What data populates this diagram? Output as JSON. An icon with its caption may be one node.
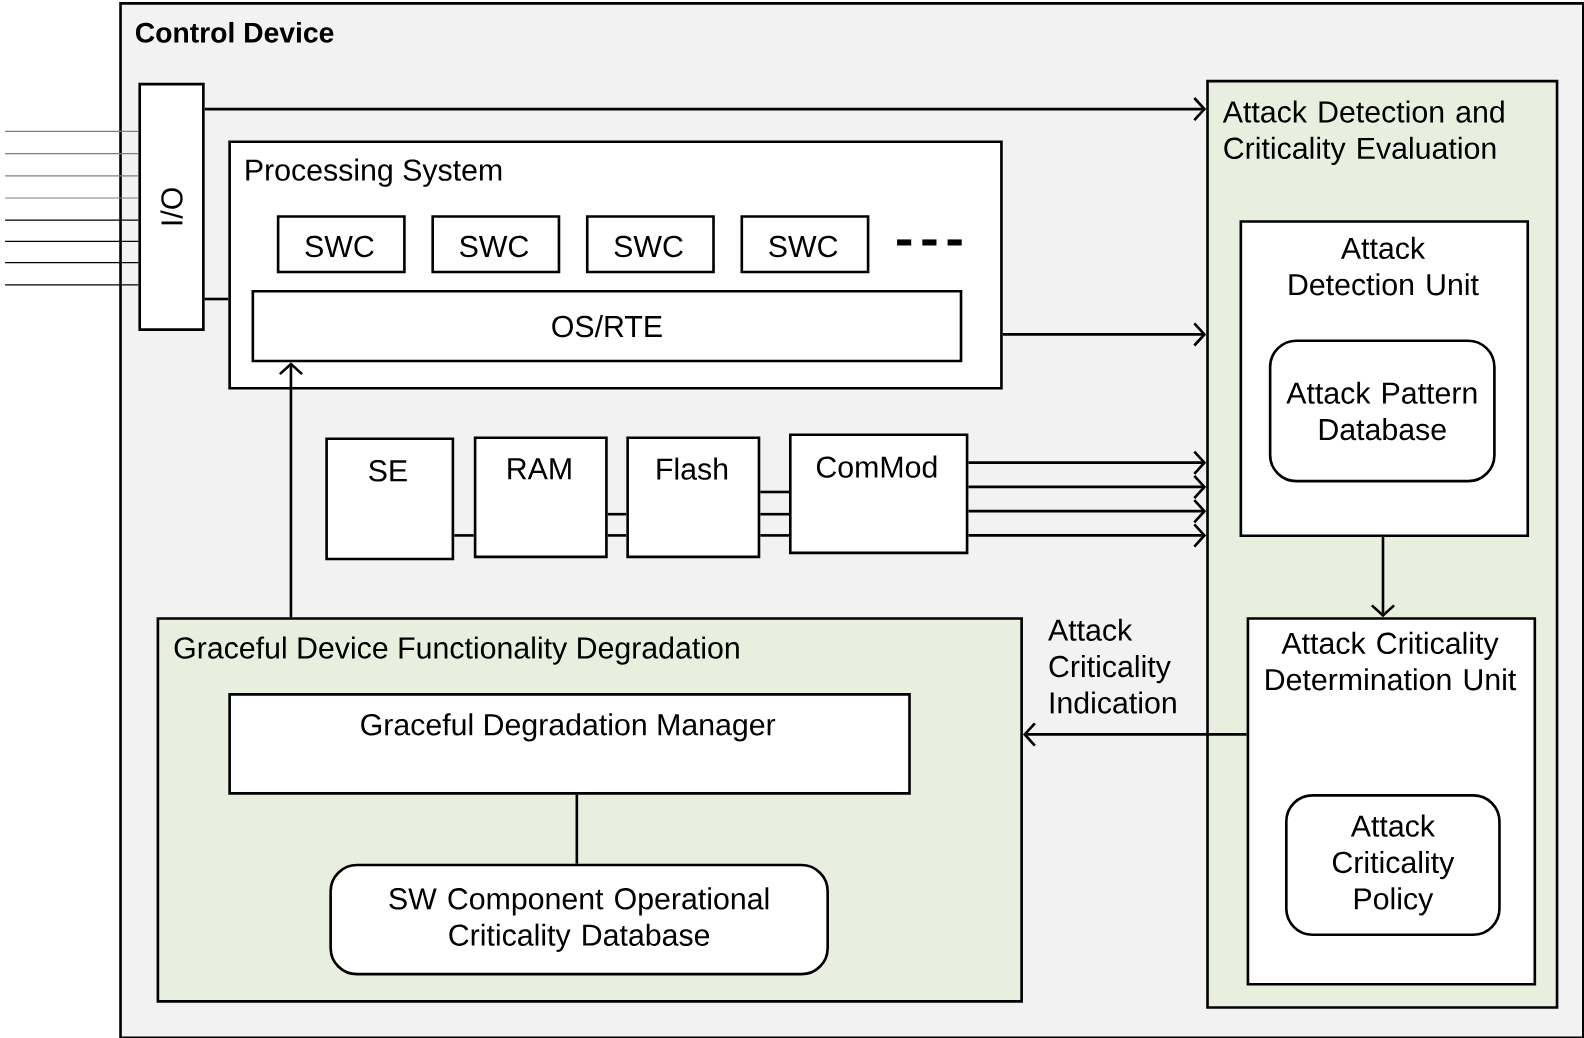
{
  "diagram": {
    "nodes": [
      {
        "text": [
          "Control Device"
        ]
      },
      {
        "text": [
          "I/O"
        ],
        "in": 0
      },
      {
        "text": [
          "Processing System"
        ],
        "in": 0
      },
      {
        "text": [
          "SWC"
        ],
        "in": 2
      },
      {
        "text": [
          "SWC"
        ],
        "in": 2
      },
      {
        "text": [
          "SWC"
        ],
        "in": 2
      },
      {
        "text": [
          "SWC"
        ],
        "in": 2
      },
      {
        "text": [
          "OS/RTE"
        ],
        "in": 2
      },
      {
        "text": [
          "SE"
        ],
        "in": 0
      },
      {
        "text": [
          "RAM"
        ],
        "in": 0
      },
      {
        "text": [
          "Flash"
        ],
        "in": 0
      },
      {
        "text": [
          "ComMod"
        ],
        "in": 0
      },
      {
        "text": [
          "Attack Detection and Criticality Evaluation"
        ],
        "in": 0
      },
      {
        "text": [
          "Attack Detection Unit"
        ],
        "in": 12
      },
      {
        "text": [
          "Attack Pattern Database"
        ],
        "in": 13
      },
      {
        "text": [
          "Attack Criticality Determination Unit"
        ],
        "in": 12
      },
      {
        "text": [
          "Attack Criticality Policy"
        ],
        "in": 15
      },
      {
        "text": [
          "Graceful Device Functionality Degradation"
        ],
        "in": 0
      },
      {
        "text": [
          "Graceful Degradation Manager"
        ],
        "in": 17
      },
      {
        "text": [
          "SW Component Operational Criticality Database"
        ],
        "in": 17
      }
    ],
    "edges": [
      {
        "from": 1,
        "to": 12,
        "arrow": "to"
      },
      {
        "from": 1,
        "to": 2,
        "arrow": "none"
      },
      {
        "from": 2,
        "to": 12,
        "arrow": "to"
      },
      {
        "from": 17,
        "to": 7,
        "arrow": "to"
      },
      {
        "from": 8,
        "to": 9,
        "arrow": "none"
      },
      {
        "from": 9,
        "to": 10,
        "arrow": "none"
      },
      {
        "from": 9,
        "to": 10,
        "arrow": "none"
      },
      {
        "from": 10,
        "to": 11,
        "arrow": "none"
      },
      {
        "from": 10,
        "to": 11,
        "arrow": "none"
      },
      {
        "from": 10,
        "to": 11,
        "arrow": "none"
      },
      {
        "from": 11,
        "to": 12,
        "arrow": "to"
      },
      {
        "from": 11,
        "to": 12,
        "arrow": "to"
      },
      {
        "from": 11,
        "to": 12,
        "arrow": "to"
      },
      {
        "from": 11,
        "to": 12,
        "arrow": "to"
      },
      {
        "from": 13,
        "to": 15,
        "arrow": "to"
      },
      {
        "from": 15,
        "to": 17,
        "arrow": "to",
        "label": "Attack Criticality Indication"
      },
      {
        "from": 18,
        "to": 19,
        "arrow": "none"
      },
      {
        "from": null,
        "to": 1,
        "arrow": "none",
        "color": "#7f7f7f"
      },
      {
        "from": null,
        "to": 1,
        "arrow": "none",
        "color": "#7f7f7f"
      },
      {
        "from": null,
        "to": 1,
        "arrow": "none",
        "color": "#7f7f7f"
      },
      {
        "from": null,
        "to": 1,
        "arrow": "none",
        "color": "#7f7f7f"
      },
      {
        "from": null,
        "to": 1,
        "arrow": "none"
      },
      {
        "from": null,
        "to": 1,
        "arrow": "none"
      },
      {
        "from": null,
        "to": 1,
        "arrow": "none"
      },
      {
        "from": null,
        "to": 1,
        "arrow": "none"
      }
    ]
  }
}
